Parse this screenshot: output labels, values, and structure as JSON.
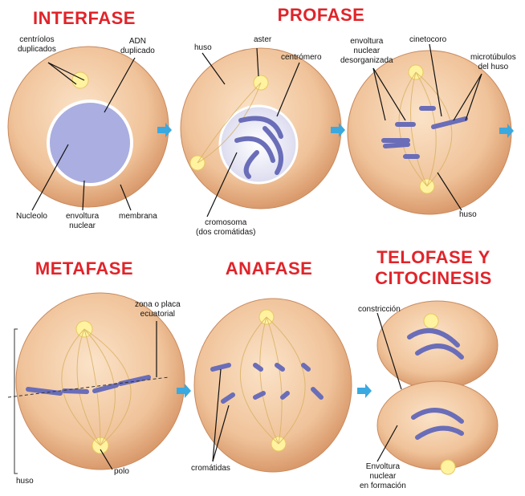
{
  "titles": {
    "interfase": "INTERFASE",
    "profase": "PROFASE",
    "metafase": "METAFASE",
    "anafase": "ANAFASE",
    "telofase_1": "TELOFASE Y",
    "telofase_2": "CITOCINESIS"
  },
  "labels": {
    "centriolos": [
      "centríolos",
      "duplicados"
    ],
    "adn": [
      "ADN",
      "duplicado"
    ],
    "nucleolo": "Nucleolo",
    "envoltura": [
      "envoltura",
      "nuclear"
    ],
    "membrana": "membrana",
    "huso_profase": "huso",
    "aster": "aster",
    "centromero": "centrómero",
    "cromosoma": [
      "cromosoma",
      "(dos cromátidas)"
    ],
    "envoltura_desorg": [
      "envoltura",
      "nuclear",
      "desorganizada"
    ],
    "cinetocoro": "cinetocoro",
    "microtubulos": [
      "microtúbulos",
      "del huso"
    ],
    "huso_prometa": "huso",
    "zona": [
      "zona o placa",
      "ecuatorial"
    ],
    "huso_meta": "huso",
    "polo": "polo",
    "cromatidas": "cromátidas",
    "constriccion": "constricción",
    "envoltura_formacion": [
      "Envoltura",
      "nuclear",
      "en formación"
    ]
  },
  "colors": {
    "title": "#e0242a",
    "cell": "#f2c9a0",
    "arrow": "#3aa9e0",
    "chromosome": "#7d80c8"
  }
}
